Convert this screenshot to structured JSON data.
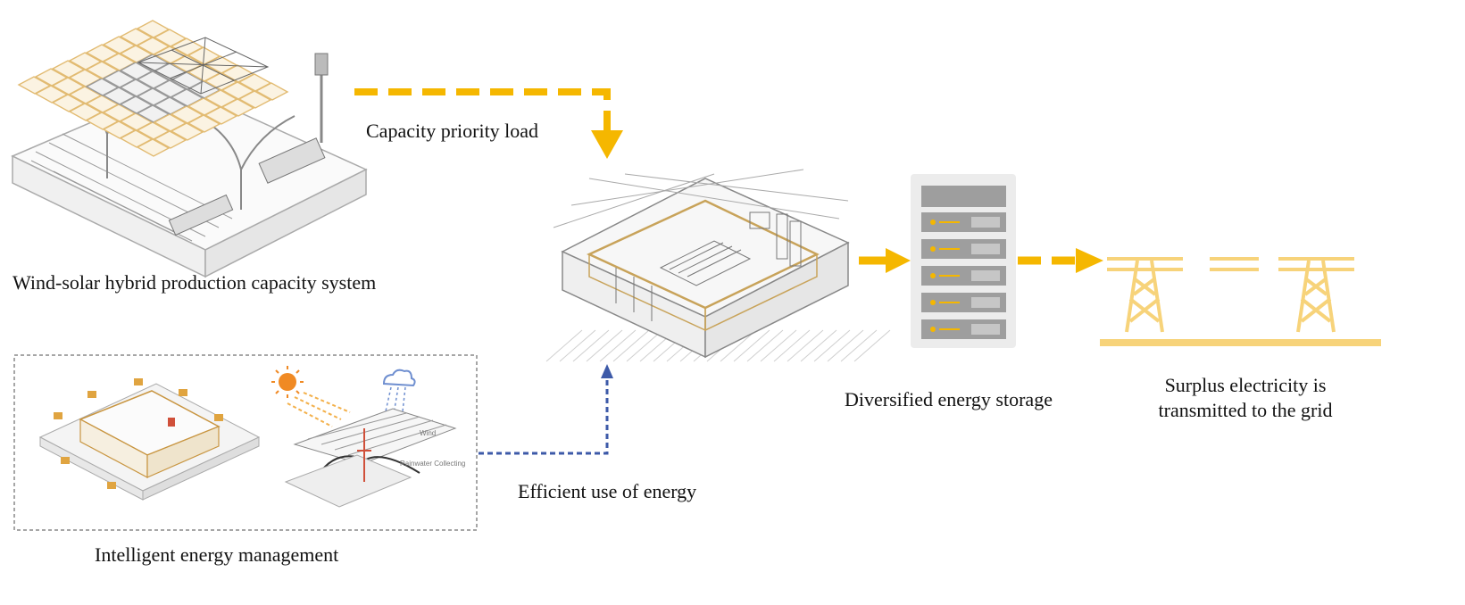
{
  "labels": {
    "wind_solar": "Wind-solar hybrid production capacity system",
    "capacity_priority": "Capacity priority load",
    "intelligent": "Intelligent energy management",
    "efficient": "Efficient use of energy",
    "storage": "Diversified energy storage",
    "surplus_line1": "Surplus electricity is",
    "surplus_line2": "transmitted to the grid",
    "annotation_wind": "Wind",
    "annotation_rainwater": "Rainwater Collecting"
  },
  "colors": {
    "accent_yellow": "#f5b700",
    "accent_blue": "#3d5aa8",
    "line_gray": "#9a9a9a",
    "panel_tan": "#e8c98a",
    "storage_gray": "#9e9e9e",
    "storage_bg": "#ececec",
    "pylon_yellow": "#f7d37a"
  },
  "icons": [
    "solar-roof-structure",
    "factory-building",
    "smart-building",
    "sun-icon",
    "cloud-icon",
    "server-rack-icon",
    "power-pylon-icon"
  ]
}
